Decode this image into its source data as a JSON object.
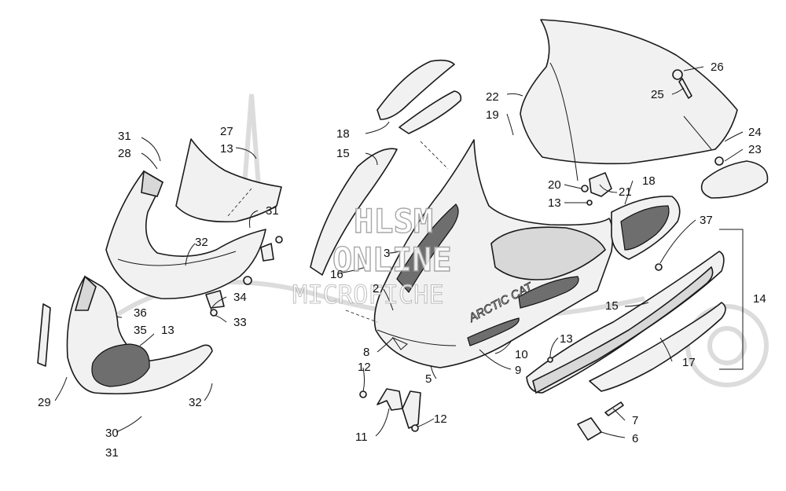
{
  "watermark": {
    "line1": "HLSM",
    "line2": "ONLINE",
    "line3": "MICROFICHE"
  },
  "callouts": [
    "31",
    "28",
    "27",
    "13",
    "31",
    "32",
    "34",
    "33",
    "36",
    "35",
    "13",
    "29",
    "32",
    "30",
    "31",
    "18",
    "15",
    "3",
    "16",
    "2",
    "8",
    "12",
    "11",
    "12",
    "5",
    "10",
    "9",
    "13",
    "22",
    "19",
    "26",
    "25",
    "24",
    "23",
    "20",
    "13",
    "21",
    "18",
    "37",
    "14",
    "15",
    "17",
    "7",
    "6"
  ],
  "embossed_logo": "ARCTIC CAT"
}
